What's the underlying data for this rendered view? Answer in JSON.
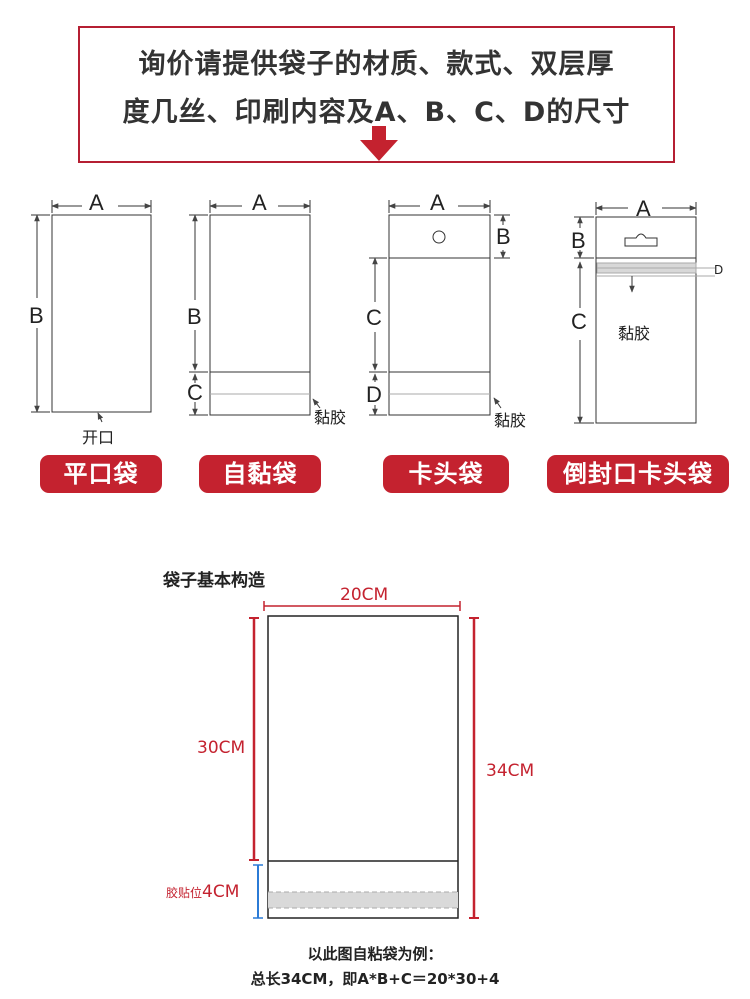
{
  "header": {
    "line1": "询价请提供袋子的材质、款式、双层厚",
    "line2": "度几丝、印刷内容及A、B、C、D的尺寸",
    "accent_color": "#b51f32"
  },
  "bag_types": [
    {
      "name": "平口袋",
      "labels": {
        "a": "A",
        "b": "B"
      },
      "note": "开口"
    },
    {
      "name": "自黏袋",
      "labels": {
        "a": "A",
        "b": "B",
        "c": "C"
      },
      "note": "黏胶"
    },
    {
      "name": "卡头袋",
      "labels": {
        "a": "A",
        "b": "B",
        "c": "C",
        "d": "D"
      },
      "note": "黏胶"
    },
    {
      "name": "倒封口卡头袋",
      "labels": {
        "a": "A",
        "b": "B",
        "c": "C",
        "d": "D"
      },
      "note": "黏胶"
    }
  ],
  "structure": {
    "title": "袋子基本构造",
    "width_label": "20CM",
    "height_label": "30CM",
    "total_label": "34CM",
    "glue_label": "胶贴位",
    "glue_value": "4CM",
    "note_line1": "以此图自粘袋为例：",
    "note_line2": "总长34CM，即A*B+C＝20*30+4",
    "red_color": "#c4222f",
    "blue_color": "#2b7bd6"
  }
}
